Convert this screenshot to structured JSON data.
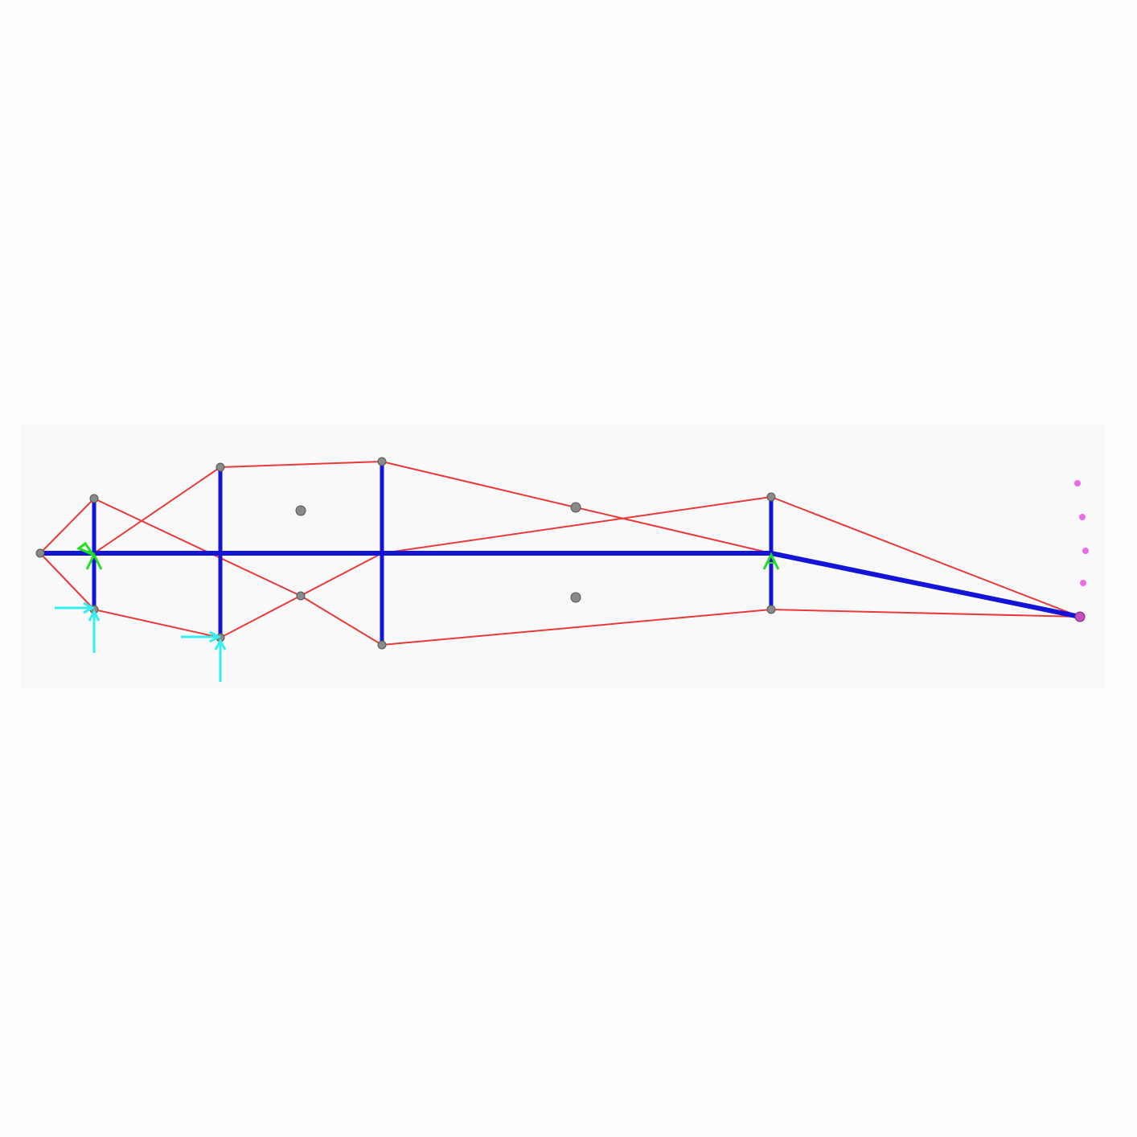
{
  "viewport": {
    "background": "#fdfdfd",
    "panel_background": "#f9f9f9"
  },
  "colors": {
    "frame_member": "#1414d8",
    "tension_cable": "#e83a3a",
    "node": "#8a8a8a",
    "support": "#22dd22",
    "load": "#33f0f0",
    "marker": "#e23be0"
  },
  "model": {
    "node_count": 18,
    "frame_member_count": 10,
    "cable_count": 17,
    "support_count": 2,
    "load_count": 2,
    "marker_count": 4
  }
}
